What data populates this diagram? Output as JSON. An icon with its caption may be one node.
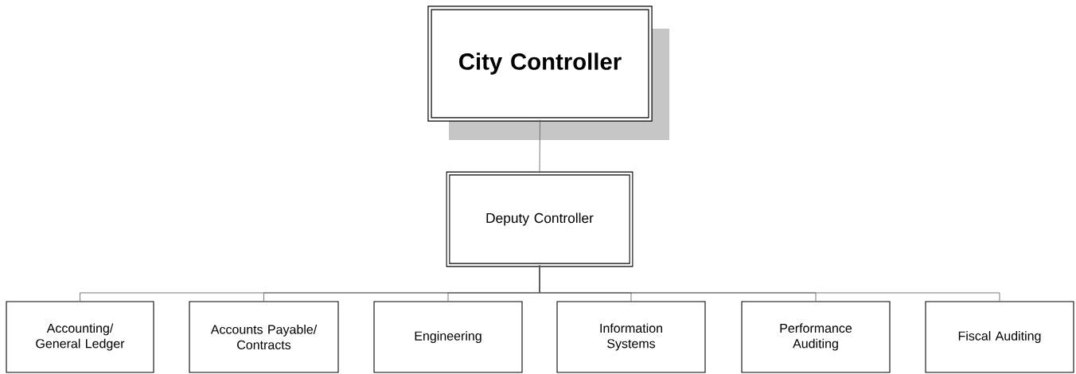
{
  "diagram": {
    "nodes": [
      {
        "text": [
          "City Controller"
        ]
      },
      {
        "text": [
          "Deputy Controller"
        ]
      },
      {
        "text": [
          "Accounting/ General Ledger"
        ]
      },
      {
        "text": [
          "Accounts Payable/ Contracts"
        ]
      },
      {
        "text": [
          "Engineering"
        ]
      },
      {
        "text": [
          "Information Systems"
        ]
      },
      {
        "text": [
          "Performance Auditing"
        ]
      },
      {
        "text": [
          "Fiscal Auditing"
        ]
      }
    ],
    "edges": [
      {
        "from": 0,
        "to": 1,
        "arrow": "none"
      },
      {
        "from": 1,
        "to": 2,
        "arrow": "none"
      },
      {
        "from": 1,
        "to": 3,
        "arrow": "none"
      },
      {
        "from": 1,
        "to": 4,
        "arrow": "none"
      },
      {
        "from": 1,
        "to": 5,
        "arrow": "none"
      },
      {
        "from": 1,
        "to": 6,
        "arrow": "none"
      },
      {
        "from": 1,
        "to": 7,
        "arrow": "none"
      }
    ]
  }
}
